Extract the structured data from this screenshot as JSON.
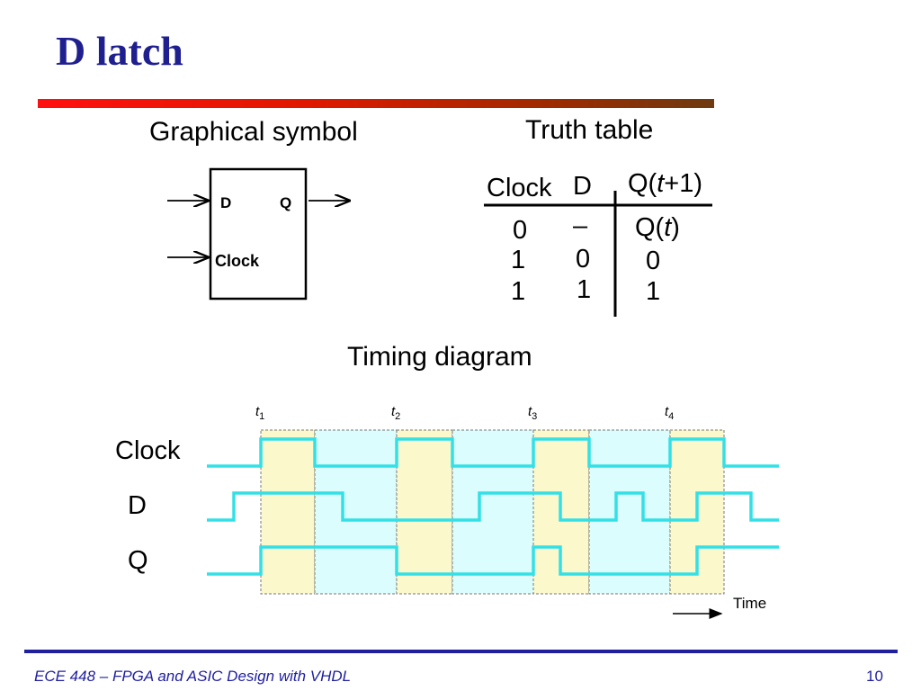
{
  "slide": {
    "title": "D latch",
    "symbol_heading": "Graphical symbol",
    "truth_heading": "Truth table",
    "timing_heading": "Timing diagram"
  },
  "symbol": {
    "input_d": "D",
    "output_q": "Q",
    "input_clock": "Clock"
  },
  "truth_table": {
    "col_clock": "Clock",
    "col_d": "D",
    "col_next_prefix": "Q(",
    "col_next_var": "t",
    "col_next_suffix": "+1)",
    "rows": [
      {
        "clock": "0",
        "d": "–",
        "q_prefix": "Q(",
        "q_var": "t",
        "q_suffix": ")"
      },
      {
        "clock": "1",
        "d": "0",
        "q": "0"
      },
      {
        "clock": "1",
        "d": "1",
        "q": "1"
      }
    ]
  },
  "timing": {
    "signals": [
      "Clock",
      "D",
      "Q"
    ],
    "time_markers": [
      {
        "var": "t",
        "sub": "1"
      },
      {
        "var": "t",
        "sub": "2"
      },
      {
        "var": "t",
        "sub": "3"
      },
      {
        "var": "t",
        "sub": "4"
      }
    ],
    "time_label": "Time",
    "colors": {
      "waveform": "#33e0e6",
      "high_band": "#fbf8cc",
      "low_band": "#dcfdfd",
      "band_border": "#777777"
    }
  },
  "footer": {
    "course": "ECE 448 – FPGA and ASIC Design with VHDL",
    "page_number": "10"
  }
}
